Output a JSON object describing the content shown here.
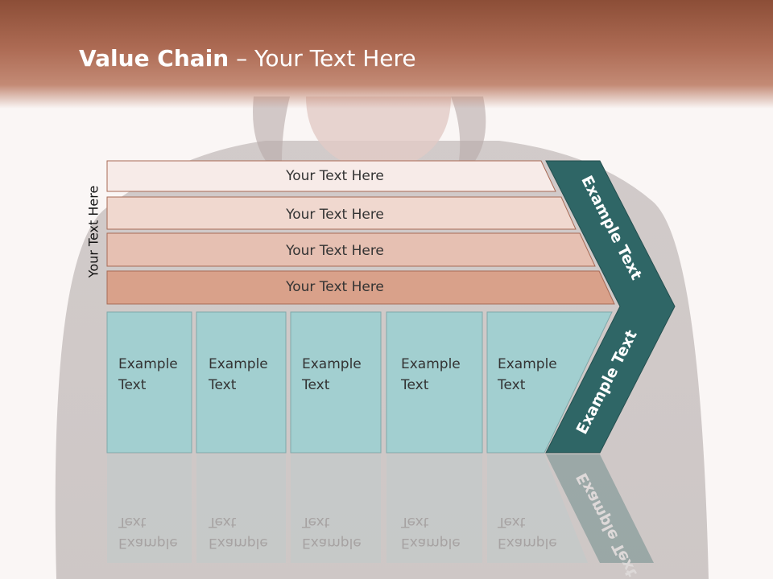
{
  "title": {
    "bold": "Value Chain",
    "rest": " – Your Text Here"
  },
  "side_label": "Your Text Here",
  "rows": [
    {
      "label": "Your Text Here",
      "color": "#f7ebe8"
    },
    {
      "label": "Your Text Here",
      "color": "#f0d8cf"
    },
    {
      "label": "Your Text Here",
      "color": "#e6c0b2"
    },
    {
      "label": "Your Text Here",
      "color": "#d9a18a"
    }
  ],
  "boxes": [
    {
      "line1": "Example",
      "line2": "Text"
    },
    {
      "line1": "Example",
      "line2": "Text"
    },
    {
      "line1": "Example",
      "line2": "Text"
    },
    {
      "line1": "Example",
      "line2": "Text"
    },
    {
      "line1": "Example",
      "line2": "Text"
    }
  ],
  "chevron": {
    "upper": "Example Text",
    "lower": "Example Text",
    "color": "#2f6666"
  },
  "colors": {
    "box_fill": "#a2cfd0",
    "box_stroke": "#7fa9aa",
    "row_stroke": "#a86a55",
    "header": "#8c4e37"
  }
}
